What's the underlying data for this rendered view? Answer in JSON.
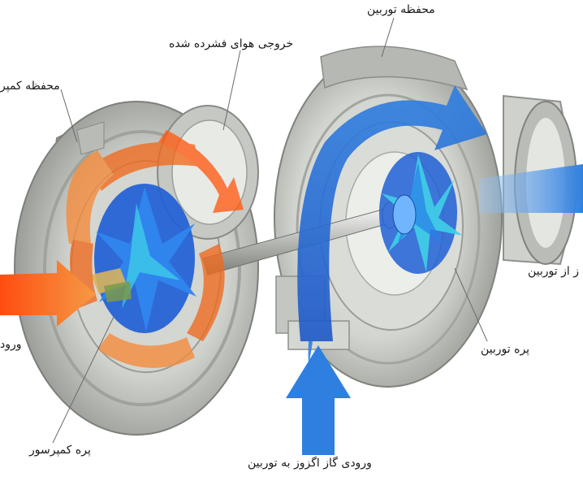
{
  "labels": {
    "turbine_housing": "محفظه توربین",
    "compressed_air_outlet": "خروجی هوای فشرده شده",
    "compressor_housing": "محفظه کمپر",
    "turbine_exhaust_partial": "ز از توربین",
    "turbine_blade": "پره توربین",
    "compressor_inlet_partial": "ورود",
    "compressor_blade": "پره کمپرسور",
    "turbine_gas_inlet": "ورودی گاز اگزوز به توربین"
  },
  "colors": {
    "housing_metal": "#c9cbc7",
    "housing_shadow": "#8e918c",
    "air_flow": "#f06a1e",
    "exhaust_flow": "#2f7fe0",
    "impeller": "#1f5fd6",
    "impeller_highlight": "#3fd0e6"
  }
}
